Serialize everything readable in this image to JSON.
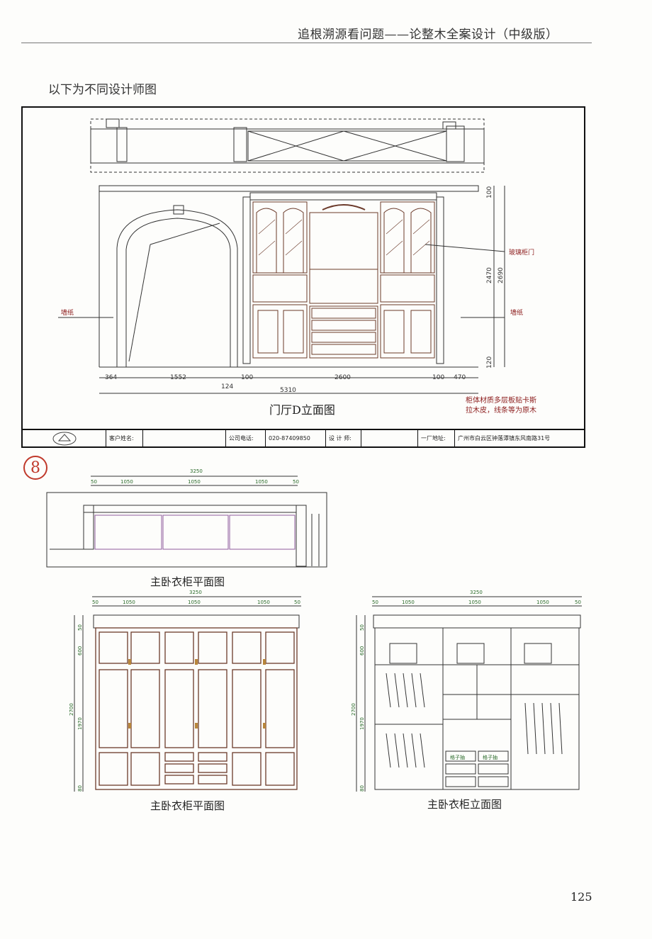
{
  "header": {
    "running_title": "追根溯源看问题——论整木全案设计（中级版）"
  },
  "intro": "以下为不同设计师图",
  "drawing1": {
    "caption": "门厅D立面图",
    "labels": {
      "glass_door": "玻璃柜门",
      "wallpaper_left": "墙纸",
      "wallpaper_right": "墙纸"
    },
    "dims_bottom": [
      "364",
      "1552",
      "100",
      "2600",
      "100",
      "470"
    ],
    "dim_extra": "124",
    "dim_total": "5310",
    "dims_right": [
      "100",
      "2470",
      "2690",
      "120"
    ],
    "note": [
      "柜体材质多层板贴卡斯",
      "拉木皮，线条等为原木"
    ],
    "title_block": {
      "client_label": "客户姓名:",
      "phone_label": "公司电话:",
      "phone_value": "020-87409850",
      "designer_label": "设 计 师:",
      "address_label": "一厂地址:",
      "address_value": "广州市白云区钟落潭镇东风南路31号"
    }
  },
  "badge": "8",
  "plan": {
    "caption": "主卧衣柜平面图",
    "dim_total": "3250",
    "dims": [
      "50",
      "1050",
      "1050",
      "1050",
      "50"
    ]
  },
  "elev_left": {
    "caption": "主卧衣柜平面图",
    "dim_total": "3250",
    "dims": [
      "50",
      "1050",
      "1050",
      "1050",
      "50"
    ],
    "dims_left": [
      "50",
      "600",
      "2700",
      "1970",
      "80"
    ]
  },
  "elev_right": {
    "caption": "主卧衣柜立面图",
    "dim_total": "3250",
    "dims": [
      "50",
      "1050",
      "1050",
      "1050",
      "50"
    ],
    "dims_left": [
      "50",
      "600",
      "2700",
      "1970",
      "80"
    ],
    "drawer_label": "格子抽"
  },
  "page_number": "125",
  "colors": {
    "accent_red": "#c0392b",
    "label_red": "#8b1a1a",
    "dim_green": "#2a6a2a",
    "cabinet_brown": "#6b3a2a"
  }
}
